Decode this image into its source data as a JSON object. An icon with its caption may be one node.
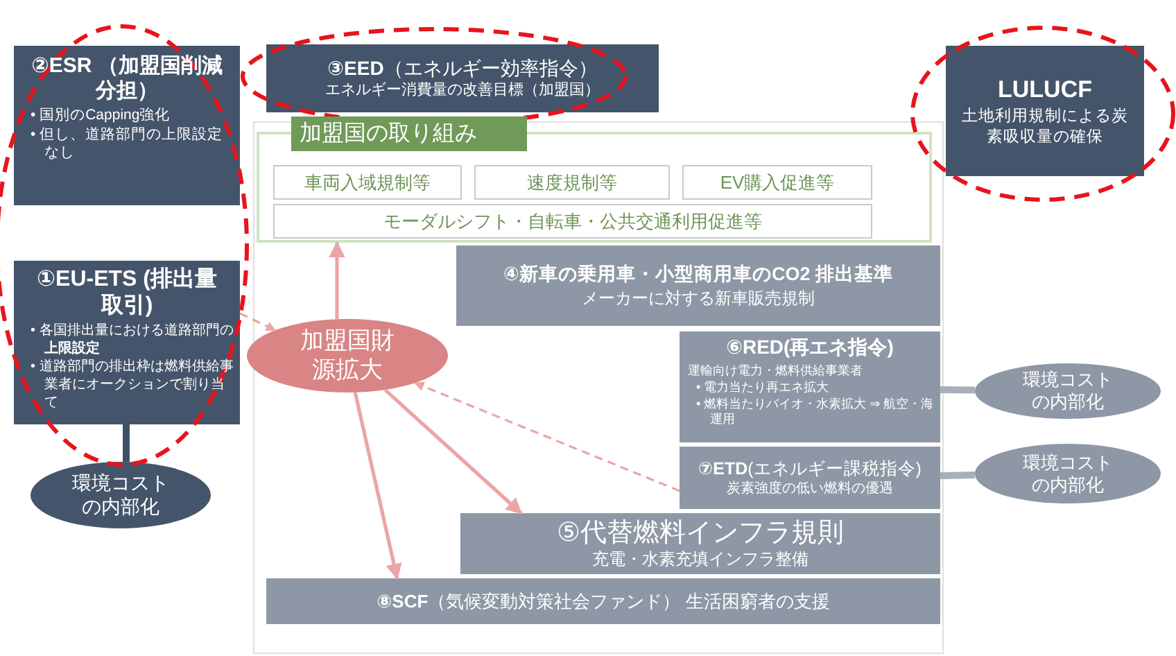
{
  "diagram": {
    "nodes": [
      {
        "text": [
          "②ESR （加盟国削減分担）",
          "• 国別のCapping強化",
          "• 但し、道路部門の上限設定なし"
        ]
      },
      {
        "text": [
          "①EU-ETS (排出量取引)",
          "• 各国排出量における道路部門の**上限設定**",
          "• 道路部門の排出枠は燃料供給事業者にオークションで割り当て"
        ]
      },
      {
        "text": [
          "環境コストの内部化"
        ]
      },
      {
        "text": [
          "**③EED**（エネルギー効率指令）",
          "エネルギー消費量の改善目標（加盟国）"
        ]
      },
      {
        "text": [
          "加盟国の取り組み"
        ]
      },
      {
        "text": [
          "車両入域規制等"
        ],
        "in": 4
      },
      {
        "text": [
          "速度規制等"
        ],
        "in": 4
      },
      {
        "text": [
          "EV購入促進等"
        ],
        "in": 4
      },
      {
        "text": [
          "モーダルシフト・自転車・公共交通利用促進等"
        ],
        "in": 4
      },
      {
        "text": [
          "④新車の乗用車・小型商用車のCO2 排出基準",
          "メーカーに対する新車販売規制"
        ]
      },
      {
        "text": [
          "加盟国財源拡大"
        ]
      },
      {
        "text": [
          "⑥RED(再エネ指令)",
          "運輸向け電力・燃料供給事業者",
          "• 電力当たり再エネ拡大",
          "• 燃料当たりバイオ・水素拡大 ⇒ 航空・海運用"
        ]
      },
      {
        "text": [
          "**⑦ETD**(エネルギー課税指令)",
          "炭素強度の低い燃料の優遇"
        ]
      },
      {
        "text": [
          "⑤代替燃料インフラ規則",
          "充電・水素充填インフラ整備"
        ]
      },
      {
        "text": [
          "**⑧SCF**（気候変動対策社会ファンド） 生活困窮者の支援"
        ]
      },
      {
        "text": [
          "LULUCF",
          "土地利用規制による炭素吸収量の確保"
        ]
      },
      {
        "text": [
          "環境コストの内部化"
        ]
      },
      {
        "text": [
          "環境コストの内部化"
        ]
      }
    ],
    "edges": [
      {
        "from": 10,
        "to": 4,
        "arrow": "to"
      },
      {
        "from": 1,
        "to": 10,
        "arrow": "to",
        "style": "dashed"
      },
      {
        "from": 12,
        "to": 10,
        "arrow": "to",
        "style": "dashed"
      },
      {
        "from": 10,
        "to": 13,
        "arrow": "to"
      },
      {
        "from": 10,
        "to": 14,
        "arrow": "to"
      },
      {
        "from": 1,
        "to": 2,
        "arrow": "none",
        "style": "thick",
        "color": "#3f5069"
      },
      {
        "from": 11,
        "to": 16,
        "arrow": "none",
        "style": "thick",
        "color": "#a8afba"
      },
      {
        "from": 12,
        "to": 17,
        "arrow": "none",
        "style": "thick",
        "color": "#a8afba"
      }
    ]
  }
}
